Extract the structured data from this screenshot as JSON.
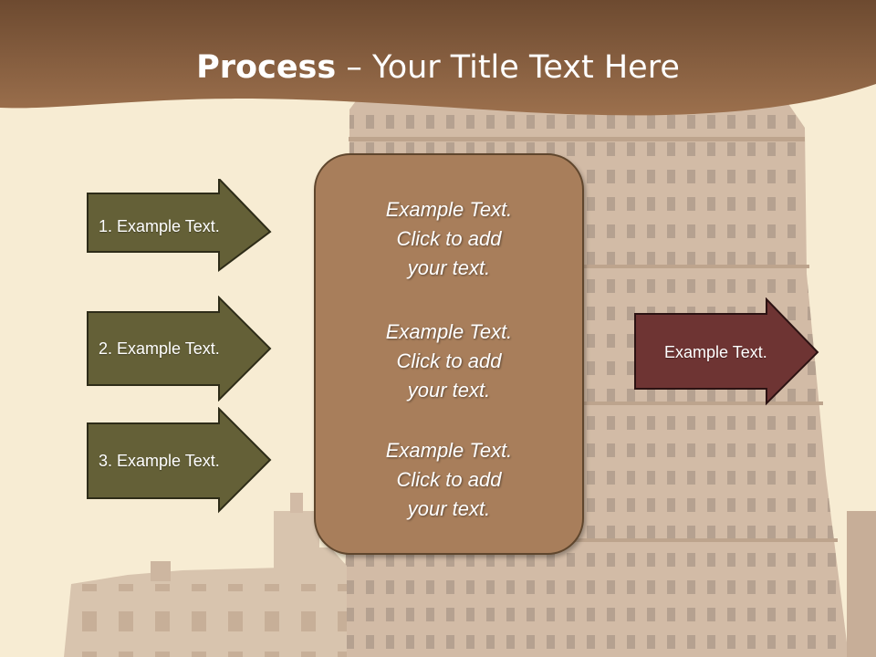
{
  "title": {
    "bold": "Process",
    "rest": " – Your Title Text Here"
  },
  "steps": [
    {
      "label": "1. Example Text."
    },
    {
      "label": "2. Example Text."
    },
    {
      "label": "3. Example Text."
    }
  ],
  "center_box": {
    "paragraphs": [
      {
        "lines": [
          "Example Text.",
          "Click  to add",
          "your text."
        ]
      },
      {
        "lines": [
          "Example Text.",
          "Click  to add",
          "your text."
        ]
      },
      {
        "lines": [
          "Example Text.",
          "Click  to add",
          "your text."
        ]
      }
    ]
  },
  "result": {
    "label": "Example Text."
  },
  "colors": {
    "header": "#80583a",
    "background": "#f7ecd3",
    "step_arrow": "#646037",
    "center_box": "#a87e5b",
    "result_arrow": "#6e3433"
  }
}
